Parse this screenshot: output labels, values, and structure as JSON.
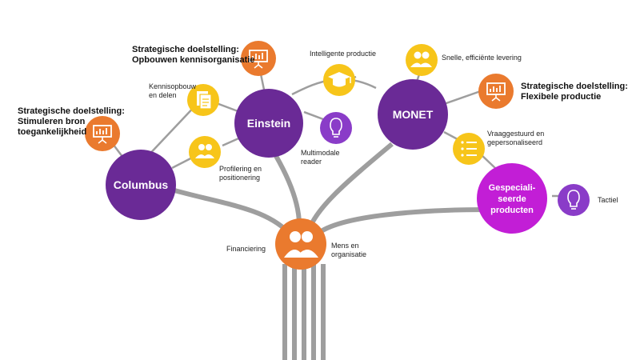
{
  "colors": {
    "purple": "#6a2a96",
    "light_purple": "#8a3cc8",
    "magenta": "#c21ed6",
    "orange": "#ea7a2e",
    "yellow": "#f7c51a",
    "trunk": "#9e9e9e"
  },
  "nodes": {
    "columbus": "Columbus",
    "einstein": "Einstein",
    "monet": "MONET",
    "gespecialiseerde": [
      "Gespeciali-",
      "seerde",
      "producten"
    ]
  },
  "labels": {
    "goal_left": [
      "Strategische doelstelling:",
      "Stimuleren bron",
      "toegankelijkheid"
    ],
    "goal_top": [
      "Strategische doelstelling:",
      "Opbouwen kennisorganisatie"
    ],
    "goal_right": [
      "Strategische doelstelling:",
      "Flexibele productie"
    ],
    "kennisopbouw": [
      "Kennisopbouw",
      "en delen"
    ],
    "profilering": [
      "Profilering en",
      "positionering"
    ],
    "intelligente": "Intelligente productie",
    "multimodale": [
      "Multimodale",
      "reader"
    ],
    "snelle": "Snelle, efficiënte levering",
    "vraaggestuurd": [
      "Vraaggestuurd en",
      "gepersonaliseerd"
    ],
    "tactiel": "Tactiel",
    "financiering": "Financiering",
    "mens": [
      "Mens en",
      "organisatie"
    ]
  },
  "icons": {
    "goal_left": "presentation-chart-icon",
    "goal_top": "presentation-chart-icon",
    "goal_right": "presentation-chart-icon",
    "kennisopbouw": "documents-icon",
    "profilering": "people-icon",
    "intelligente": "graduation-cap-icon",
    "multimodale": "lightbulb-icon",
    "snelle": "people-icon",
    "vraaggestuurd": "list-icon",
    "tactiel": "lightbulb-icon",
    "mens": "people-icon"
  }
}
